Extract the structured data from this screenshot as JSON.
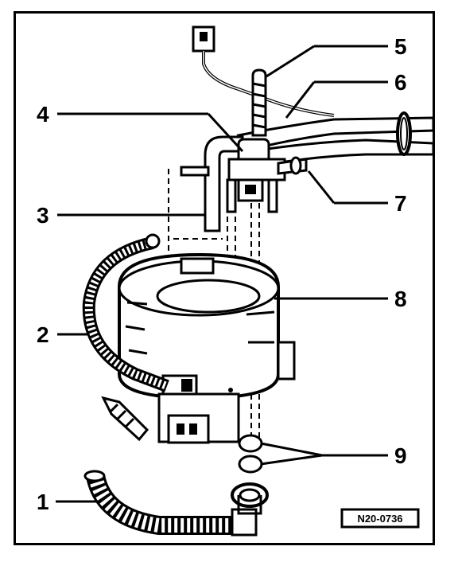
{
  "diagram": {
    "callouts": [
      {
        "id": "1",
        "label": "1"
      },
      {
        "id": "2",
        "label": "2"
      },
      {
        "id": "3",
        "label": "3"
      },
      {
        "id": "4",
        "label": "4"
      },
      {
        "id": "5",
        "label": "5"
      },
      {
        "id": "6",
        "label": "6"
      },
      {
        "id": "7",
        "label": "7"
      },
      {
        "id": "8",
        "label": "8"
      },
      {
        "id": "9",
        "label": "9"
      }
    ],
    "figure_code": "N20-0736"
  }
}
